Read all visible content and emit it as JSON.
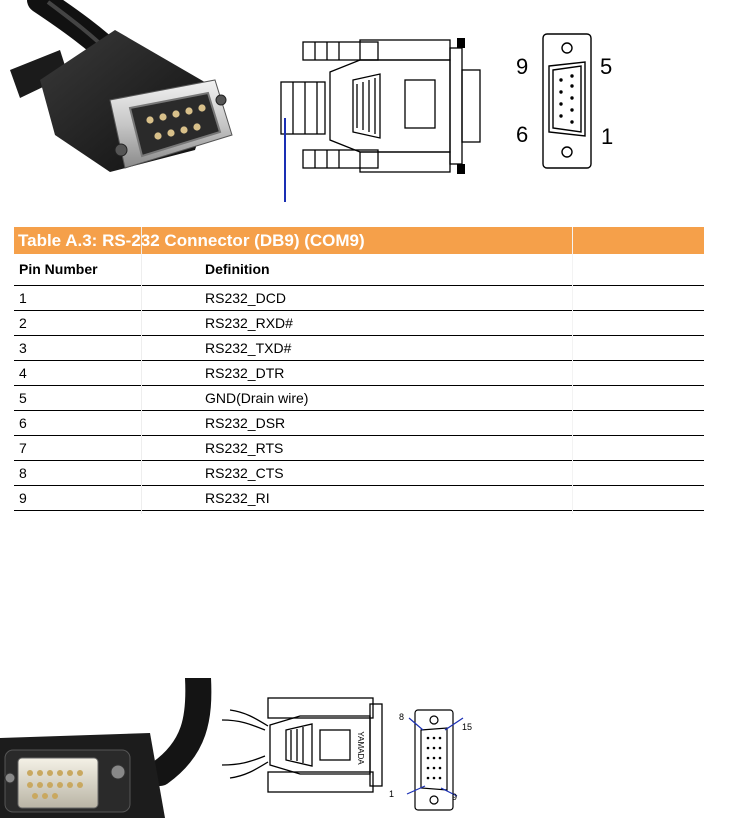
{
  "table": {
    "title": "Table A.3: RS-232 Connector (DB9) (COM9)",
    "headers": [
      "Pin Number",
      "Definition"
    ],
    "rows": [
      [
        "1",
        "RS232_DCD"
      ],
      [
        "2",
        "RS232_RXD#"
      ],
      [
        "3",
        "RS232_TXD#"
      ],
      [
        "4",
        "RS232_DTR"
      ],
      [
        "5",
        "GND(Drain wire)"
      ],
      [
        "6",
        "RS232_DSR"
      ],
      [
        "7",
        "RS232_RTS"
      ],
      [
        "8",
        "RS232_CTS"
      ],
      [
        "9",
        "RS232_RI"
      ]
    ]
  },
  "db9_pinout": {
    "pin_labels": [
      "9",
      "5",
      "6",
      "1"
    ]
  },
  "db15_pinout": {
    "pin_labels": [
      "8",
      "15",
      "1",
      "9"
    ],
    "cable_brand": "YAMADA"
  },
  "colors": {
    "title_bar": "#f5a04a",
    "leader_line": "#1a2fb4"
  }
}
